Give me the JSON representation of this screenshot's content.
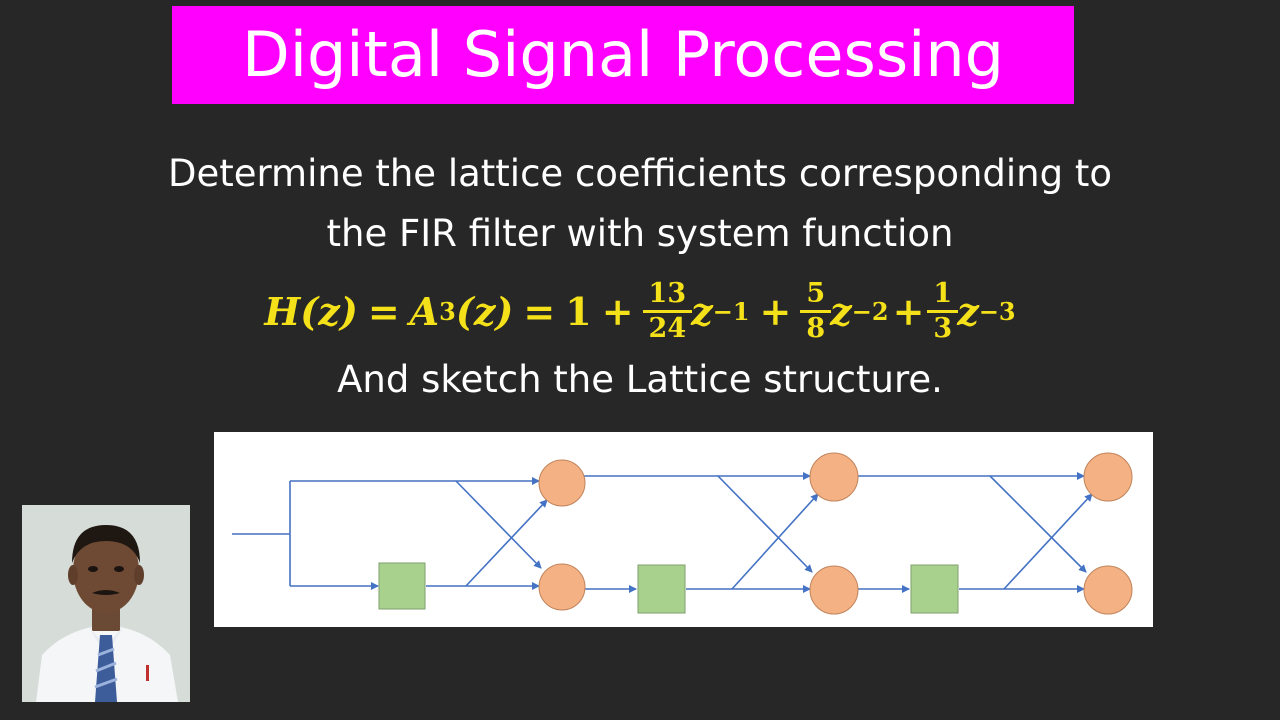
{
  "title": "Digital Signal Processing",
  "prompt": {
    "line1": "Determine the lattice coefficients corresponding to",
    "line2": "the FIR filter with system function",
    "line3": "And sketch the Lattice structure."
  },
  "equation": {
    "lhs": "H(z)",
    "eq": "=",
    "a_symbol": "A",
    "a_subscript": "3",
    "a_arg": "(z)",
    "constant": "1",
    "plus": "+",
    "variable": "z",
    "terms": [
      {
        "num": "13",
        "den": "24",
        "exp": "−1"
      },
      {
        "num": "5",
        "den": "8",
        "exp": "−2"
      },
      {
        "num": "1",
        "den": "3",
        "exp": "−3"
      }
    ]
  },
  "colors": {
    "banner": "#ff00ff",
    "equation": "#f5e11a",
    "node": "#f4b183",
    "delay": "#a9d18e",
    "arrow": "#4472c4"
  }
}
